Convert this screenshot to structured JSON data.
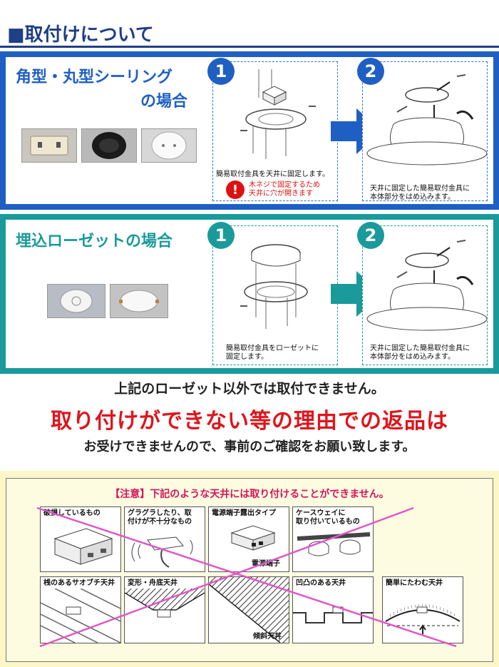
{
  "header": {
    "title": "■取付けについて"
  },
  "section1": {
    "title_line1": "角型・丸型シーリング",
    "title_line2": "の場合",
    "step1": {
      "number": "1",
      "caption": "簡易取付金具を天井に固定します。",
      "warning_line1": "木ネジで固定するため",
      "warning_line2": "天井に穴が開きます",
      "warning_icon": "!"
    },
    "step2": {
      "number": "2",
      "caption_line1": "天井に固定した簡易取付金具に",
      "caption_line2": "本体部分をはめ込みます。"
    }
  },
  "section2": {
    "title": "埋込ローゼットの場合",
    "step1": {
      "number": "1",
      "caption_line1": "簡易取付金具をローゼットに",
      "caption_line2": "固定します。"
    },
    "step2": {
      "number": "2",
      "caption_line1": "天井に固定した簡易取付金具に",
      "caption_line2": "本体部分をはめ込みます。"
    }
  },
  "notices": {
    "line1": "上記のローゼット以外では取付できません。",
    "line2": "取り付けができない等の理由での返品は",
    "line3": "お受けできませんので、事前のご確認をお願い致します。"
  },
  "caution": {
    "title": "【注意】下記のような天井には取り付けることができません。",
    "cells": [
      {
        "label": "破損しているもの"
      },
      {
        "label_line1": "グラグラしたり、取",
        "label_line2": "付けが不十分なもの"
      },
      {
        "label": "電源端子露出タイプ",
        "sub": "電源端子"
      },
      {
        "label_line1": "ケースウェイに",
        "label_line2": "取り付いているもの"
      },
      {
        "label": "桟のあるサオブチ天井"
      },
      {
        "label": "変形・舟底天井"
      },
      {
        "label": "傾斜天井"
      },
      {
        "label": "凹凸のある天井"
      },
      {
        "label": "簡単にたわむ天井"
      }
    ]
  },
  "colors": {
    "blue": "#1f5fc4",
    "teal": "#1a9a9a",
    "red": "#e0141b",
    "pink": "#d4145a",
    "navy": "#1f3f86"
  }
}
